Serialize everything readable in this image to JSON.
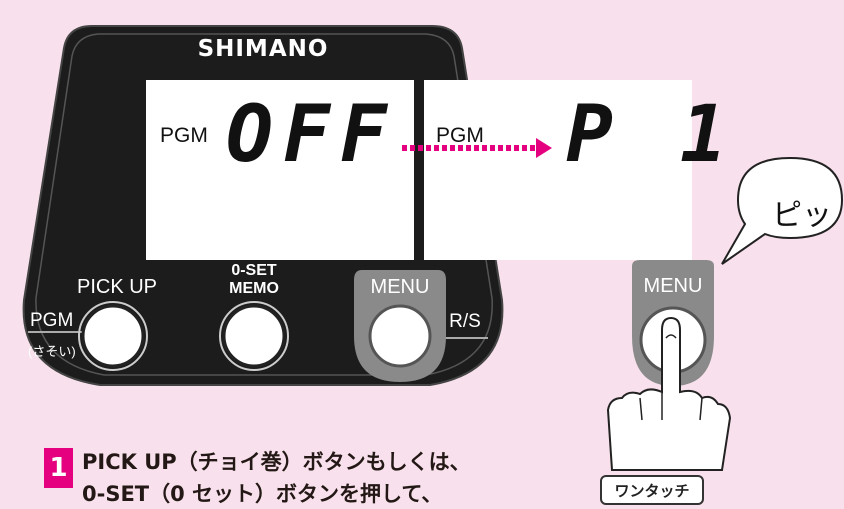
{
  "brand": "SHIMANO",
  "display_before": {
    "label": "PGM",
    "value": "OFF"
  },
  "display_after": {
    "label": "PGM",
    "value": "P 1"
  },
  "buttons": {
    "pick_up": "PICK UP",
    "pgm": "PGM",
    "pgm_sub": "(さそい)",
    "zero_set_line1": "0-SET",
    "zero_set_line2": "MEMO",
    "menu": "MENU",
    "rs": "R/S",
    "menu_zoom": "MENU"
  },
  "callout": "ピッ",
  "one_touch": "ワンタッチ",
  "step": {
    "number": "1",
    "line1": "PICK UP（チョイ巻）ボタンもしくは、",
    "line2": "0-SET（0 セット）ボタンを押して、"
  },
  "colors": {
    "background": "#f8e1ec",
    "device_body": "#1c1c1c",
    "lcd": "#ffffff",
    "accent": "#e4007f",
    "menu_button": "#8a8a8a"
  }
}
